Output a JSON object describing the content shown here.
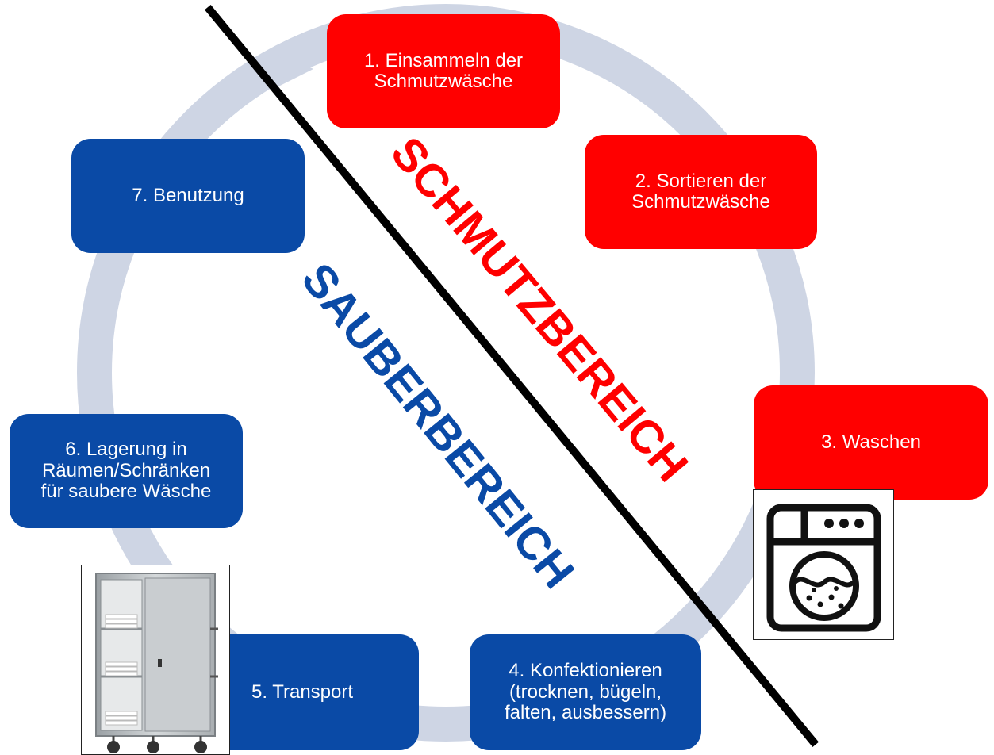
{
  "zones": {
    "dirty_label": "SCHMUTZBEREICH",
    "clean_label": "SAUBERBEREICH"
  },
  "steps": [
    {
      "label": "1. Einsammeln der\nSchmutzwäsche",
      "zone": "dirty"
    },
    {
      "label": "2. Sortieren der\nSchmutzwäsche",
      "zone": "dirty"
    },
    {
      "label": "3. Waschen",
      "zone": "dirty"
    },
    {
      "label": "4. Konfektionieren\n(trocknen, bügeln,\nfalten, ausbessern)",
      "zone": "clean"
    },
    {
      "label": "5. Transport",
      "zone": "clean"
    },
    {
      "label": "6. Lagerung in\nRäumen/Schränken\nfür saubere Wäsche",
      "zone": "clean"
    },
    {
      "label": "7. Benutzung",
      "zone": "clean"
    }
  ],
  "icons": [
    "washing-machine-icon",
    "linen-cart-icon"
  ],
  "colors": {
    "dirty": "#ff0000",
    "clean": "#0a4aa6",
    "cycle_ring": "#ced5e4",
    "divider": "#000000"
  }
}
